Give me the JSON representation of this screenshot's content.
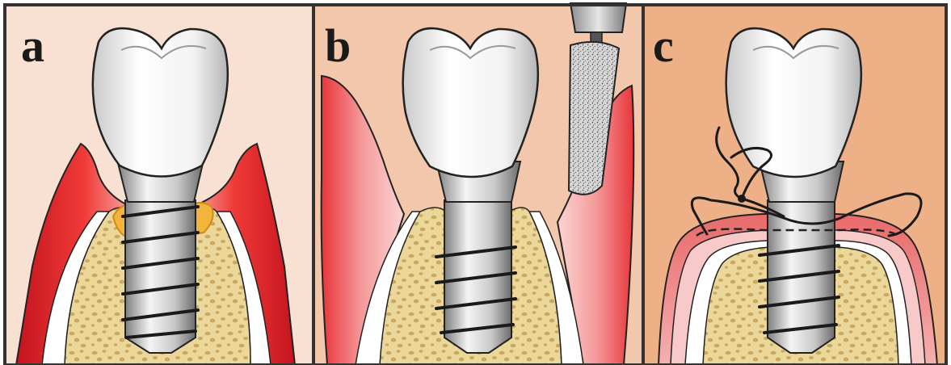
{
  "panels": [
    {
      "id": "a",
      "label": "a",
      "background": "#f8e1d2"
    },
    {
      "id": "b",
      "label": "b",
      "background": "#f3c7ab"
    },
    {
      "id": "c",
      "label": "c",
      "background": "#eeb187"
    }
  ],
  "colors": {
    "border": "#333333",
    "gum_red": "#e8252a",
    "gum_pink": "#f3a6a6",
    "bone": "#ecd79b",
    "bone_spot": "#c4a45a",
    "tooth": "#ffffff",
    "implant": "#b3b3b3",
    "plaque": "#f2b43a",
    "suture": "#1a1a1a"
  }
}
